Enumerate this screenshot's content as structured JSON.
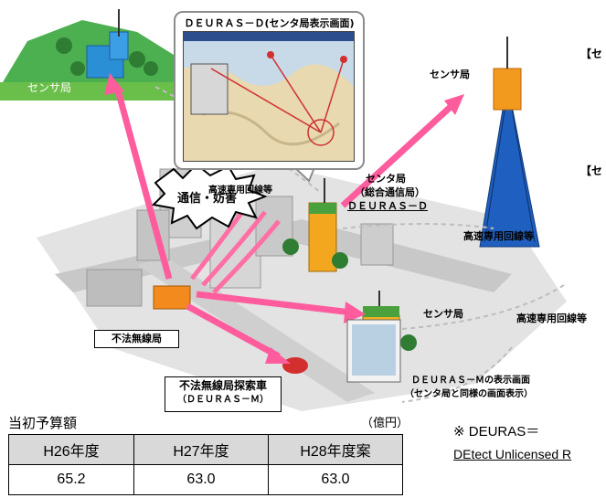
{
  "callout": {
    "title": "ＤＥＵＲＡＳ－Ｄ(センタ局表示画面)"
  },
  "labels": {
    "sensor_left": "センサ局",
    "sensor_top_right": "センサ局",
    "sensor_mid": "センサ局",
    "center_line1": "センタ局",
    "center_line2": "（総合通信局）",
    "center_line3": "ＤＥＵＲＡＳ－Ｄ",
    "highspeed_1": "高速専用回線等",
    "highspeed_2": "高速専用回線等",
    "highspeed_3": "高速専用回線等",
    "interference": "通信・妨害",
    "illegal_station": "不法無線局",
    "search_car_line1": "不法無線局探索車",
    "search_car_line2": "（ＤＥＵＲＡＳ－Ｍ）",
    "deuras_m_line1": "ＤＥＵＲＡＳ－Ｍの表示画面",
    "deuras_m_line2": "（センタ局と同様の画面表示）",
    "bracket_1": "【セ",
    "bracket_2": "【セ"
  },
  "budget": {
    "title": "当初予算額",
    "unit": "（億円）",
    "headers": [
      "H26年度",
      "H27年度",
      "H28年度案"
    ],
    "values": [
      "65.2",
      "63.0",
      "63.0"
    ]
  },
  "footnote": {
    "line1": "※ DEURAS＝",
    "line2": "DEtect Unlicensed R"
  }
}
